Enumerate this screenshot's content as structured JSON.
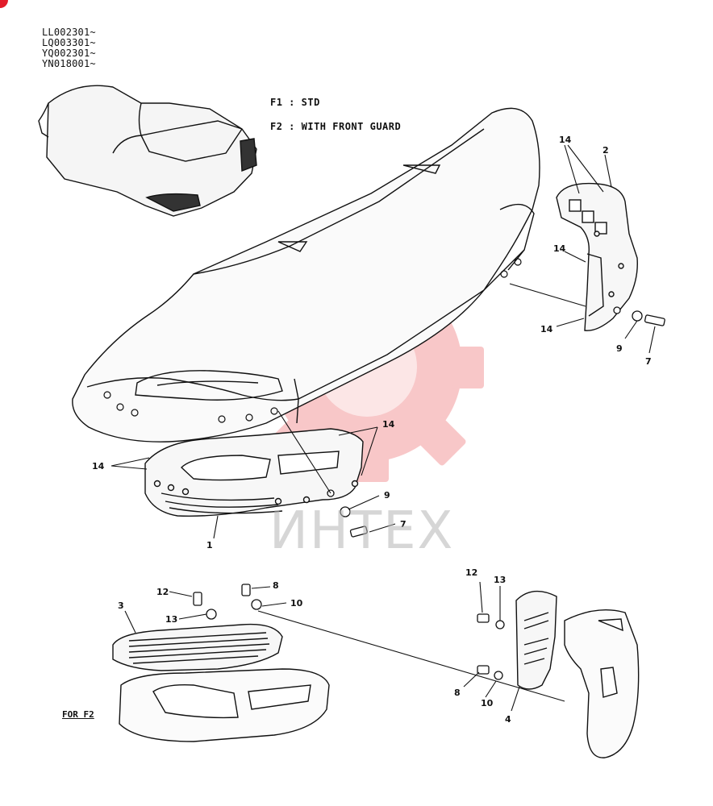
{
  "serials": [
    "LL002301~",
    "LQ003301~",
    "YQ002301~",
    "YN018001~"
  ],
  "legend": {
    "f1": "F1 : STD",
    "f2": "F2 : WITH FRONT GUARD"
  },
  "for_f2_label": "FOR F2",
  "watermark": {
    "text": "ИНТЕХ",
    "color": "#e8383d"
  },
  "callouts": {
    "c14a": "14",
    "c14b": "14",
    "c14c": "14",
    "c14d": "14",
    "c14e": "14",
    "c2": "2",
    "c9a": "9",
    "c7a": "7",
    "c1": "1",
    "c9b": "9",
    "c7b": "7",
    "c12a": "12",
    "c8a": "8",
    "c10a": "10",
    "c3": "3",
    "c13a": "13",
    "c12b": "12",
    "c13b": "13",
    "c8b": "8",
    "c10b": "10",
    "c4": "4"
  }
}
